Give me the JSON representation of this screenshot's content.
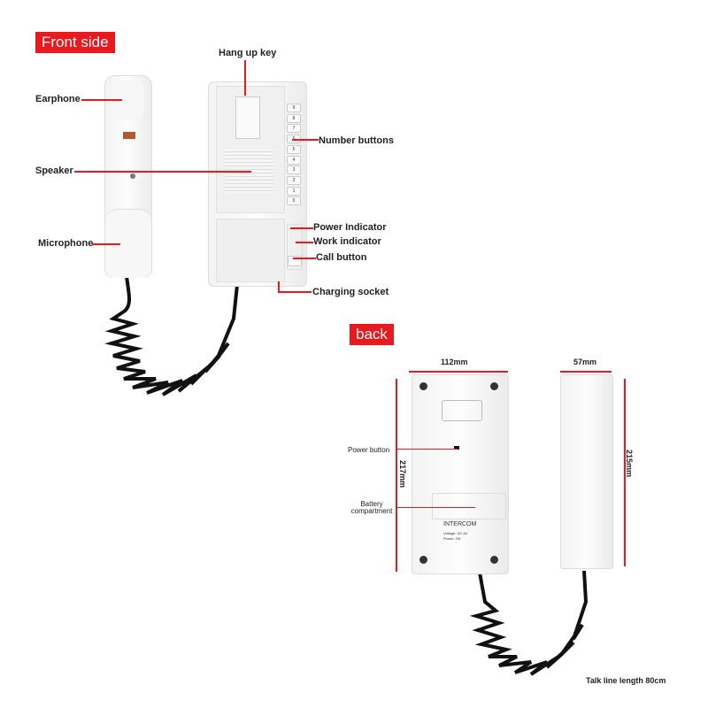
{
  "front": {
    "title": "Front side",
    "labels": {
      "earphone": "Earphone",
      "speaker": "Speaker",
      "microphone": "Microphone",
      "hangup": "Hang up key",
      "numbers": "Number buttons",
      "power_ind": "Power Indicator",
      "work_ind": "Work indicator",
      "call": "Call button",
      "charging": "Charging socket"
    },
    "keys": [
      "9",
      "8",
      "7",
      "6",
      "5",
      "4",
      "3",
      "2",
      "1",
      "0"
    ]
  },
  "back": {
    "title": "back",
    "labels": {
      "power_button": "Power button",
      "battery": "Battery compartment"
    },
    "device_label": {
      "name": "INTERCOM",
      "voltage": "Voltage: DC 6V",
      "power": "Power: 2W"
    },
    "dimensions": {
      "width": "112mm",
      "depth": "57mm",
      "base_height": "217mm",
      "handset_height": "215mm"
    },
    "talk_line": "Talk line length 80cm"
  },
  "colors": {
    "accent": "#e8191f"
  }
}
